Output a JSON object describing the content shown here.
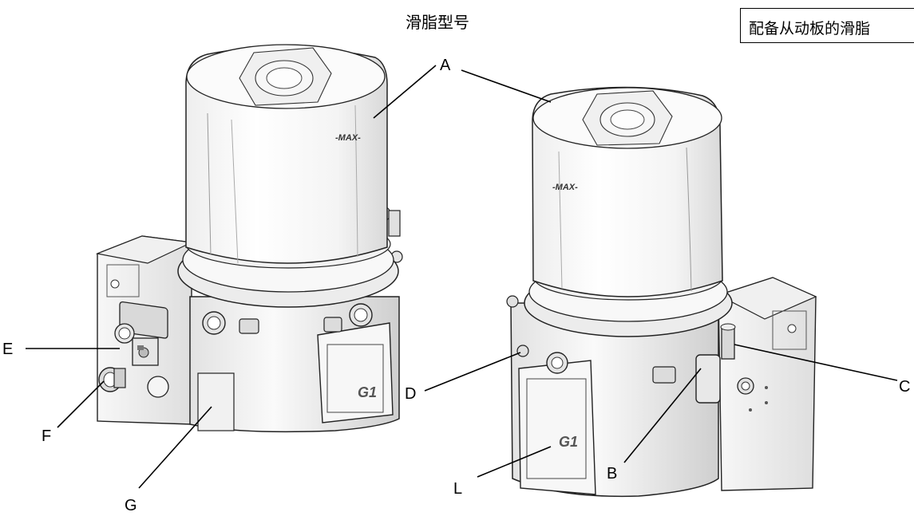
{
  "headings": {
    "left": "滑脂型号",
    "right": "配备从动板的滑脂"
  },
  "reservoir_marking": "-MAX-",
  "callouts": {
    "A": "A",
    "B": "B",
    "C": "C",
    "D": "D",
    "E": "E",
    "F": "F",
    "G": "G",
    "L": "L"
  },
  "panel_logo": "G1"
}
